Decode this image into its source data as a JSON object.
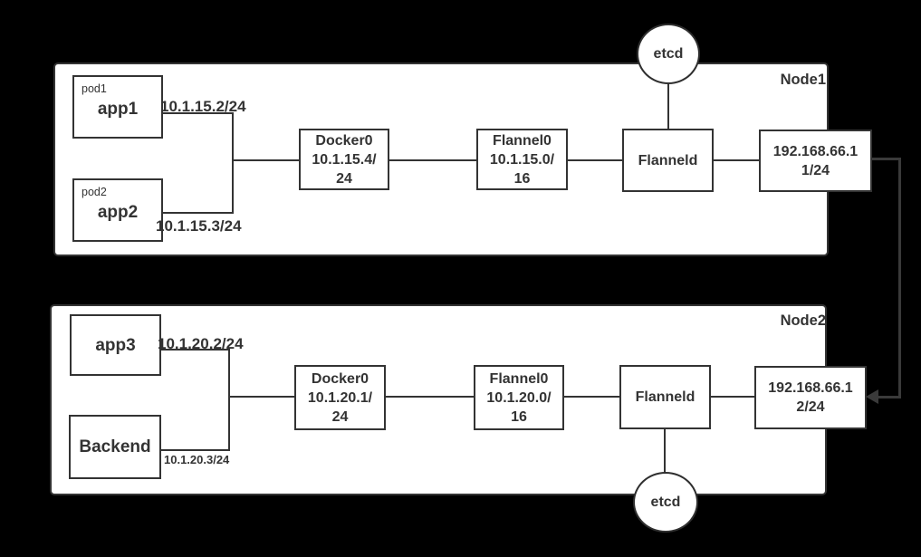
{
  "colors": {
    "background": "#000000",
    "node_background": "#ffffff",
    "line": "#333333",
    "arrow": "#3a3a3a",
    "text": "#333333"
  },
  "node1": {
    "title": "Node1",
    "pod1": {
      "tag": "pod1",
      "name": "app1",
      "ip": "10.1.15.2/24"
    },
    "pod2": {
      "tag": "pod2",
      "name": "app2",
      "ip": "10.1.15.3/24"
    },
    "docker0": {
      "line1": "Docker0",
      "line2": "10.1.15.4/",
      "line3": "24"
    },
    "flannel0": {
      "line1": "Flannel0",
      "line2": "10.1.15.0/",
      "line3": "16"
    },
    "flanneld": {
      "label": "Flanneld"
    },
    "eth": {
      "line1": "192.168.66.1",
      "line2": "1/24"
    },
    "etcd": {
      "label": "etcd"
    }
  },
  "node2": {
    "title": "Node2",
    "pod1": {
      "name": "app3",
      "ip": "10.1.20.2/24"
    },
    "pod2": {
      "name": "Backend",
      "ip": "10.1.20.3/24"
    },
    "docker0": {
      "line1": "Docker0",
      "line2": "10.1.20.1/",
      "line3": "24"
    },
    "flannel0": {
      "line1": "Flannel0",
      "line2": "10.1.20.0/",
      "line3": "16"
    },
    "flanneld": {
      "label": "Flanneld"
    },
    "eth": {
      "line1": "192.168.66.1",
      "line2": "2/24"
    },
    "etcd": {
      "label": "etcd"
    }
  }
}
